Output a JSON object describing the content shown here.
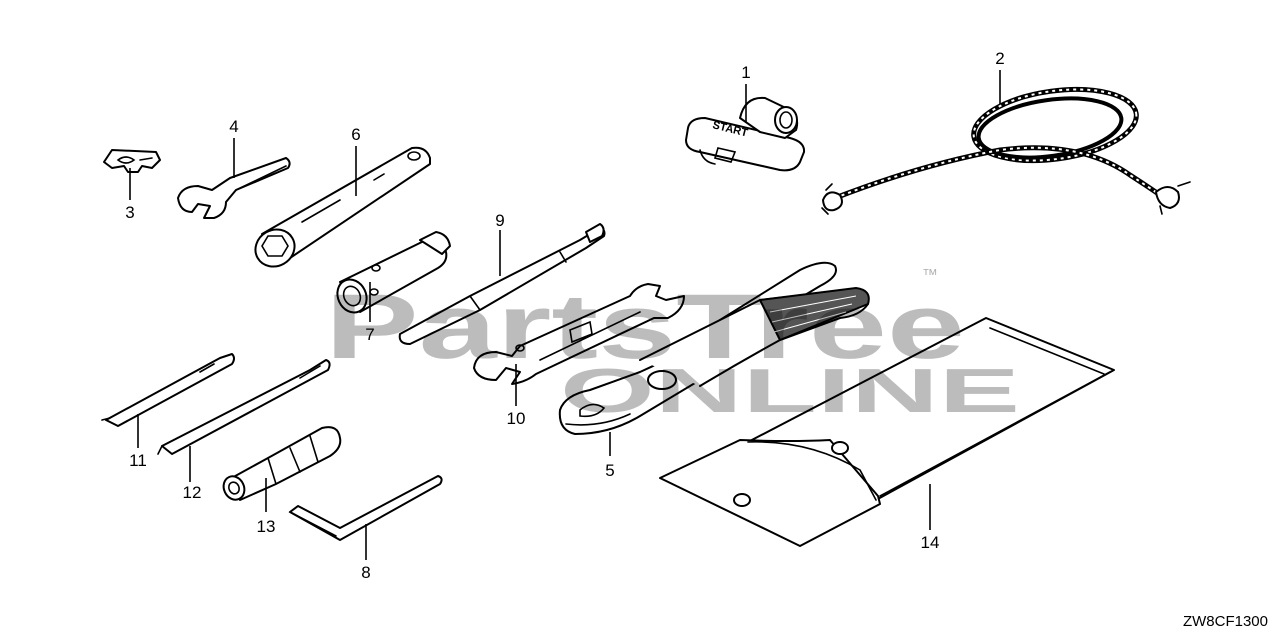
{
  "watermark": {
    "line1": "PartsTree",
    "line2": "ONLINE",
    "trademark": "™"
  },
  "drawing_code": "ZW8CF1300",
  "grip_text": "START",
  "callouts": {
    "c1": "1",
    "c2": "2",
    "c3": "3",
    "c4": "4",
    "c5": "5",
    "c6": "6",
    "c7": "7",
    "c8": "8",
    "c9": "9",
    "c10": "10",
    "c11": "11",
    "c12": "12",
    "c13": "13",
    "c14": "14"
  },
  "colors": {
    "line": "#000000",
    "background": "#ffffff",
    "watermark": "#9a9a9a"
  }
}
